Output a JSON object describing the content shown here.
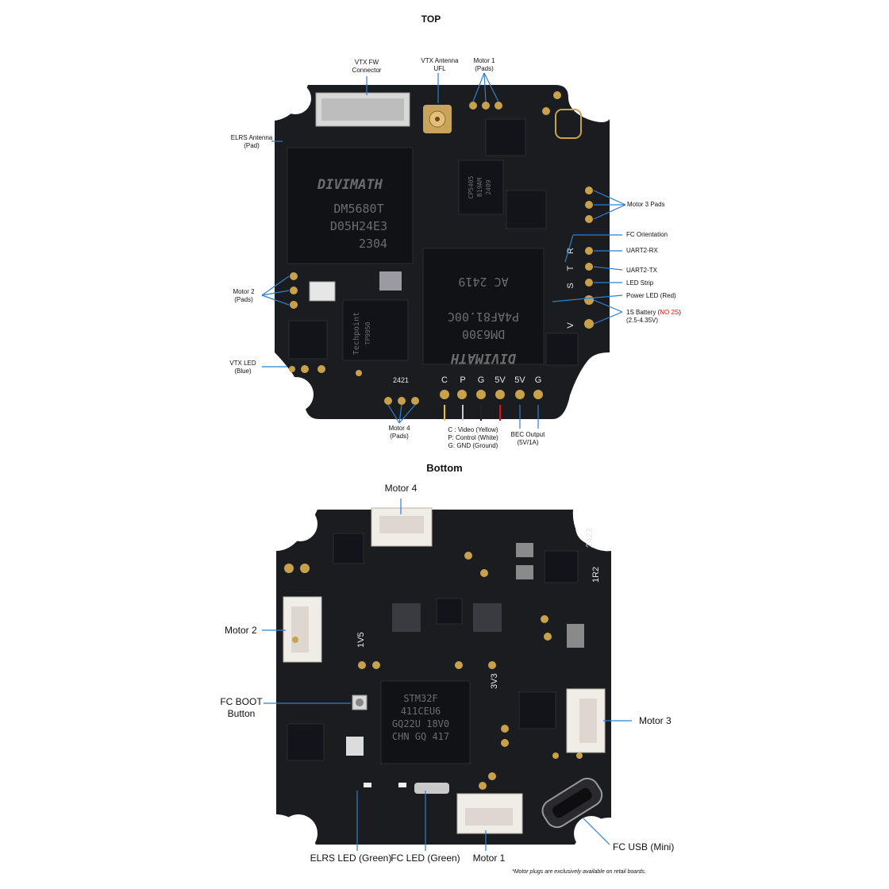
{
  "top": {
    "title": "TOP",
    "labels": {
      "vtx_fw_connector": [
        "VTX FW",
        "Connector"
      ],
      "vtx_antenna_ufl": [
        "VTX Antenna",
        "UFL"
      ],
      "motor1_pads": [
        "Motor 1",
        "(Pads)"
      ],
      "elrs_antenna": [
        "ELRS Antenna",
        "(Pad)"
      ],
      "motor3_pads": "Motor 3 Pads",
      "fc_orientation": "FC Orientation",
      "uart2_rx": "UART2-RX",
      "uart2_tx": "UART2-TX",
      "led_strip": "LED Strip",
      "power_led": "Power LED (Red)",
      "battery_prefix": "1S Battery (",
      "battery_warning": "NO 2S",
      "battery_suffix": ")",
      "battery_range": "(2.5-4.35V)",
      "motor2_pads": [
        "Motor 2",
        "(Pads)"
      ],
      "vtx_led": [
        "VTX LED",
        "(Blue)"
      ],
      "motor4_pads": [
        "Motor 4",
        "(Pads)"
      ],
      "video_legend": [
        "C : Video (Yellow)",
        "P: Control (White)",
        "G: GND (Ground)"
      ],
      "bec_output": [
        "BEC Output",
        "(5V/1A)"
      ]
    },
    "silkscreen": {
      "pin_labels": [
        "C",
        "P",
        "G",
        "5V",
        "5V",
        "G"
      ],
      "side_labels": [
        "R",
        "T",
        "S",
        "V"
      ],
      "motor4_silk": "2421",
      "chip1": [
        "DIVIMATH",
        "DM5680T",
        "D05H24E3",
        "2304"
      ],
      "chip2": [
        "DIVIMATH",
        "DM6300",
        "P4AF81.00C",
        "AC 2419"
      ],
      "chip3": [
        "Techpoint",
        "TP9950"
      ],
      "chip4": [
        "CP5405",
        "B19AM",
        "2409"
      ]
    }
  },
  "bottom": {
    "title": "Bottom",
    "labels": {
      "motor4": "Motor 4",
      "motor2": "Motor 2",
      "motor3": "Motor 3",
      "motor1": "Motor 1",
      "fc_boot": [
        "FC BOOT",
        "Button"
      ],
      "elrs_led": "ELRS LED (Green)",
      "fc_led": "FC LED (Green)",
      "fc_usb": "FC USB (Mini)"
    },
    "silkscreen": {
      "mcu": [
        "STM32F",
        "411CEU6",
        "GQ22U 18V0",
        "CHN GQ 417"
      ],
      "board_marks": [
        "1V5",
        "3V3",
        "2423",
        "1R2"
      ]
    },
    "footnote": "*Motor plugs are exclusively available on retail boards."
  },
  "colors": {
    "pcb": "#1b1c20",
    "pad_gold": "#c8a24a",
    "leader_blue": "#2f7fd0",
    "warning_red": "#e01010"
  }
}
